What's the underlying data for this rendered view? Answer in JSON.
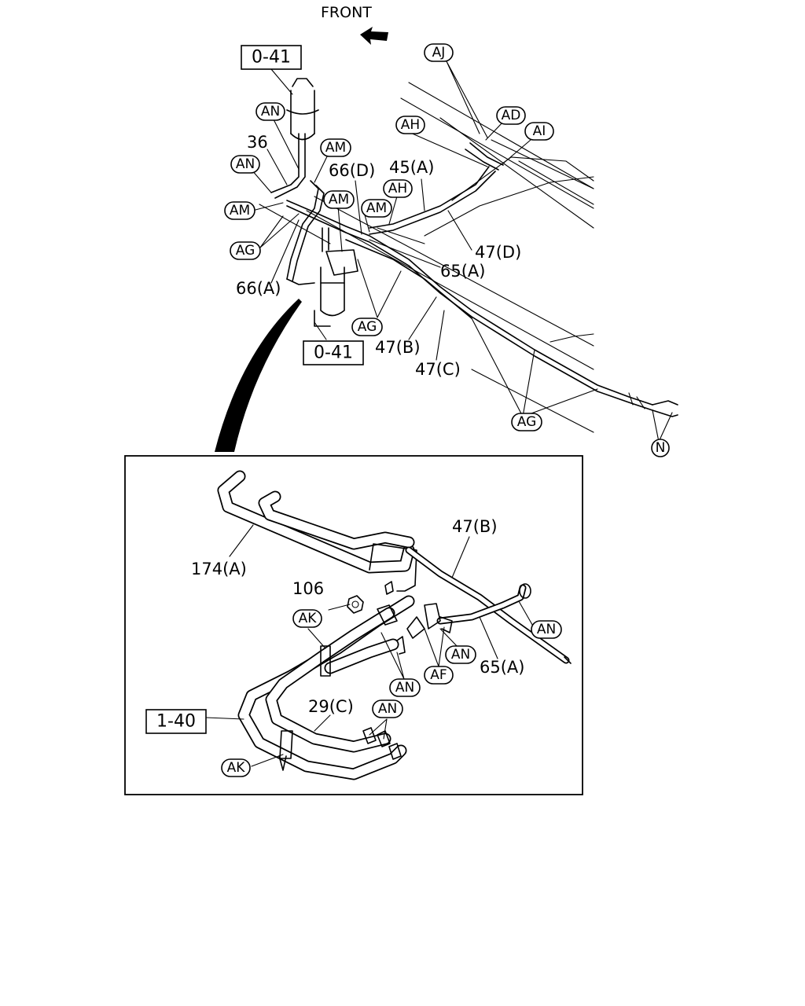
{
  "header": {
    "front_label": "FRONT"
  },
  "references": {
    "ref_top": "0-41",
    "ref_mid": "0-41",
    "ref_detail": "1-40"
  },
  "bubbles": {
    "aj": "AJ",
    "ad": "AD",
    "ai": "AI",
    "ah1": "AH",
    "ah2": "AH",
    "an1": "AN",
    "an2": "AN",
    "am1": "AM",
    "am2": "AM",
    "am3": "AM",
    "am4": "AM",
    "ag1": "AG",
    "ag2": "AG",
    "ag3": "AG",
    "n": "N",
    "ak1": "AK",
    "ak2": "AK",
    "an3": "AN",
    "an4": "AN",
    "an5": "AN",
    "an6": "AN",
    "af": "AF"
  },
  "part_numbers": {
    "p36": "36",
    "p66d": "66(D)",
    "p45a": "45(A)",
    "p47d": "47(D)",
    "p65a_top": "65(A)",
    "p66a": "66(A)",
    "p47b_top": "47(B)",
    "p47c": "47(C)",
    "p174a": "174(A)",
    "p47b_detail": "47(B)",
    "p106": "106",
    "p65a_detail": "65(A)",
    "p29c": "29(C)"
  }
}
